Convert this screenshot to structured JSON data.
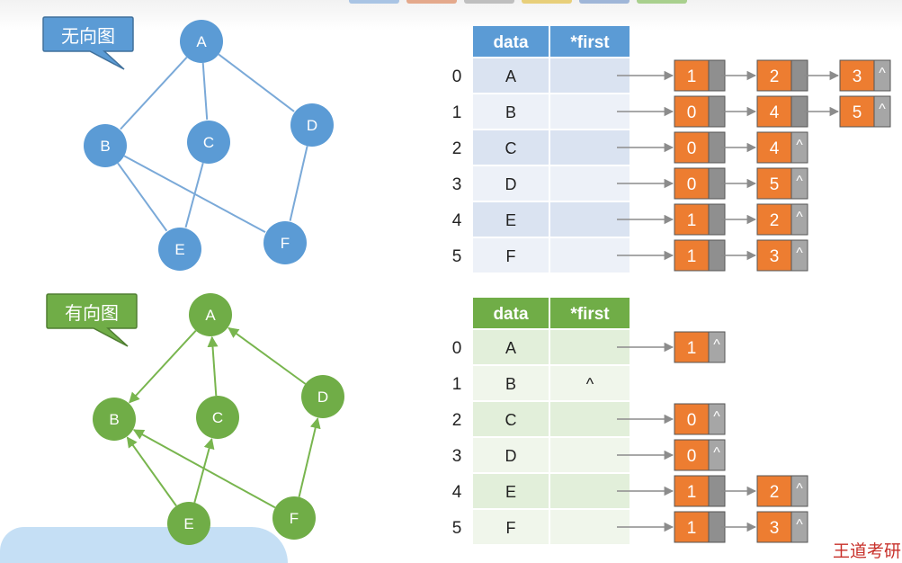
{
  "colors": {
    "undirected": "#5b9bd5",
    "undirected_edge": "#7aa9d8",
    "directed": "#70ad47",
    "directed_edge": "#78b54e",
    "node_box": "#ed7d31",
    "table_blue_header": "#5b9bd5",
    "table_green_header": "#70ad47"
  },
  "undirected": {
    "bubble_label": "无向图",
    "nodes": [
      "A",
      "B",
      "C",
      "D",
      "E",
      "F"
    ],
    "table": {
      "headers": [
        "data",
        "*first"
      ],
      "rows": [
        {
          "index": "0",
          "data": "A",
          "first": ""
        },
        {
          "index": "1",
          "data": "B",
          "first": ""
        },
        {
          "index": "2",
          "data": "C",
          "first": ""
        },
        {
          "index": "3",
          "data": "D",
          "first": ""
        },
        {
          "index": "4",
          "data": "E",
          "first": ""
        },
        {
          "index": "5",
          "data": "F",
          "first": ""
        }
      ]
    },
    "lists": [
      [
        "1",
        "2",
        "3"
      ],
      [
        "0",
        "4",
        "5"
      ],
      [
        "0",
        "4"
      ],
      [
        "0",
        "5"
      ],
      [
        "1",
        "2"
      ],
      [
        "1",
        "3"
      ]
    ]
  },
  "directed": {
    "bubble_label": "有向图",
    "nodes": [
      "A",
      "B",
      "C",
      "D",
      "E",
      "F"
    ],
    "table": {
      "headers": [
        "data",
        "*first"
      ],
      "rows": [
        {
          "index": "0",
          "data": "A",
          "first": ""
        },
        {
          "index": "1",
          "data": "B",
          "first": "^"
        },
        {
          "index": "2",
          "data": "C",
          "first": ""
        },
        {
          "index": "3",
          "data": "D",
          "first": ""
        },
        {
          "index": "4",
          "data": "E",
          "first": ""
        },
        {
          "index": "5",
          "data": "F",
          "first": ""
        }
      ]
    },
    "lists": [
      [
        "1"
      ],
      [],
      [
        "0"
      ],
      [
        "0"
      ],
      [
        "1",
        "2"
      ],
      [
        "1",
        "3"
      ]
    ]
  },
  "null_symbol": "^",
  "logo_text": "王道考研"
}
